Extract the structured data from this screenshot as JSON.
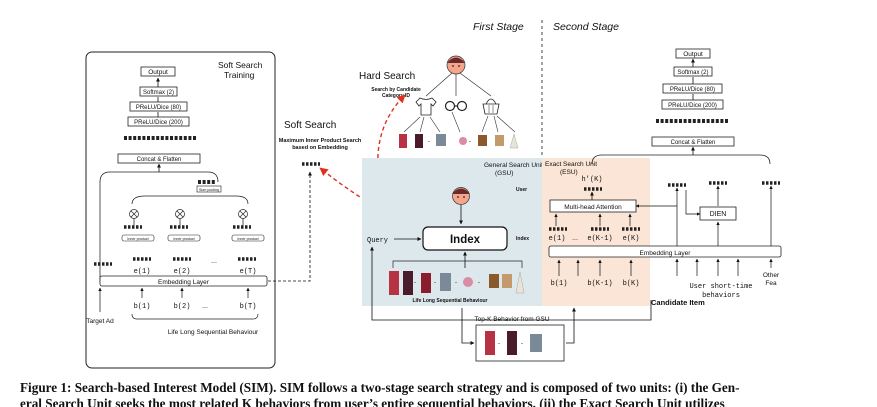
{
  "stages": {
    "first": "First Stage",
    "second": "Second Stage"
  },
  "left_panel": {
    "title_line1": "Soft Search",
    "title_line2": "Training",
    "output": "Output",
    "softmax": "Softmax (2)",
    "prelu80": "PReLU/Dice (80)",
    "prelu200": "PReLU/Dice (200)",
    "concat": "Concat & Flatten",
    "sum_pooling": "Sum pooling",
    "inner_product": "Inner product",
    "embedding_layer": "Embedding Layer",
    "e1": "e(1)",
    "e2": "e(2)",
    "eT": "e(T)",
    "dots": "...",
    "b1": "b(1)",
    "b2": "b(2)",
    "bT": "b(T)",
    "target_ad": "Target Ad",
    "lifelong": "Life Long Sequential Behaviour"
  },
  "soft_search": {
    "title": "Soft Search",
    "desc_line1": "Maximum Inner Product Search",
    "desc_line2": "based on Embedding"
  },
  "hard_search": {
    "title": "Hard Search",
    "desc_line1": "Search by Candidate",
    "desc_line2": "Category ID"
  },
  "gsu": {
    "title_line1": "General Search Unit",
    "title_line2": "(GSU)",
    "user": "User",
    "index": "Index",
    "index_small": "Index",
    "query": "Query",
    "lifelong": "Life Long Sequential Behaviour"
  },
  "esu": {
    "title_line1": "Exact Search Unit",
    "title_line2": "(ESU)",
    "hk": "h'(K)",
    "mha": "Multi-head Attention",
    "e1": "e(1)",
    "eK1": "e(K-1)",
    "eK": "e(K)",
    "b1": "b(1)",
    "bK1": "b(K-1)",
    "bK": "b(K)",
    "dots": "..."
  },
  "right_panel": {
    "output": "Output",
    "softmax": "Softmax (2)",
    "prelu80": "PReLU/Dice (80)",
    "prelu200": "PReLU/Dice (200)",
    "concat": "Concat & Flatten",
    "dien": "DIEN",
    "embedding_layer": "Embedding Layer",
    "short_time_line1": "User short-time",
    "short_time_line2": "behaviors",
    "other_line1": "Other",
    "other_line2": "Fea",
    "candidate": "Candidate Item"
  },
  "topk": "Top-K Behavior from GSU",
  "caption_line1": "Figure 1: Search-based Interest Model (SIM). SIM follows a two-stage search strategy and is composed of two units: (i) the Gen-",
  "caption_line2": "eral Search Unit seeks the most related K behaviors from user’s entire sequential behaviors. (ii) the Exact Search Unit utilizes",
  "colors": {
    "gsu_bg": "#dde8ec",
    "esu_bg": "#fbe5d6",
    "red_arrow": "#e0301e"
  }
}
